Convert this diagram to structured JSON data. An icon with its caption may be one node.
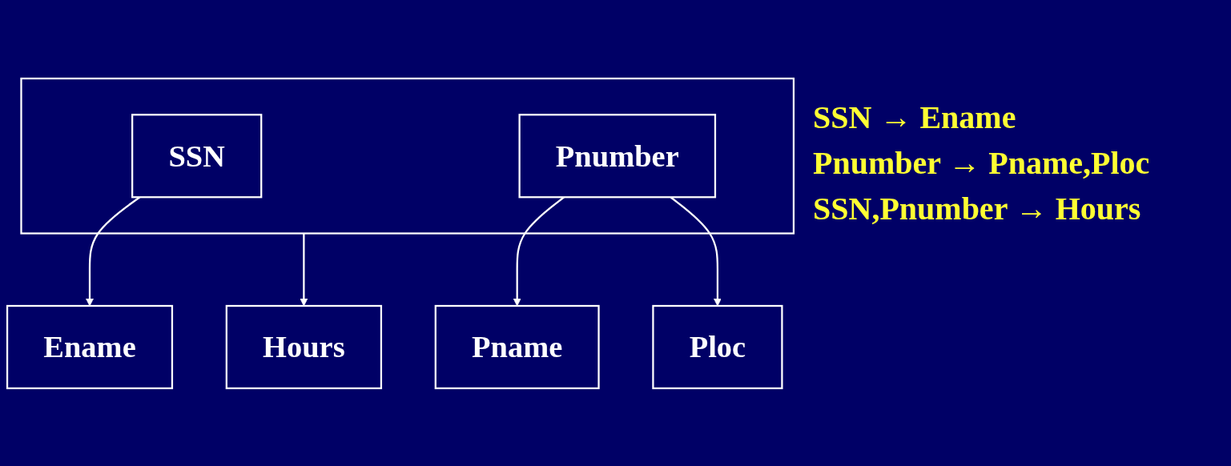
{
  "diagram": {
    "nodes": [
      {
        "text": [],
        "shape": "box"
      },
      {
        "text": [
          "SSN"
        ],
        "in": 0
      },
      {
        "text": [
          "Pnumber"
        ],
        "in": 0
      },
      {
        "text": [
          "Hours"
        ]
      },
      {
        "text": [
          "Ename"
        ]
      },
      {
        "text": [
          "Pname"
        ]
      },
      {
        "text": [
          "Ploc"
        ]
      }
    ],
    "edges": [
      {
        "from": 1,
        "to": 4,
        "arrow": "to"
      },
      {
        "from": 0,
        "to": 3,
        "arrow": "to"
      },
      {
        "from": 2,
        "to": 5,
        "arrow": "to"
      },
      {
        "from": 2,
        "to": 6,
        "arrow": "to"
      }
    ],
    "labels": [
      "SSN → Ename",
      "Pnumber → Pname,Ploc",
      "SSN,Pnumber → Hours"
    ]
  }
}
